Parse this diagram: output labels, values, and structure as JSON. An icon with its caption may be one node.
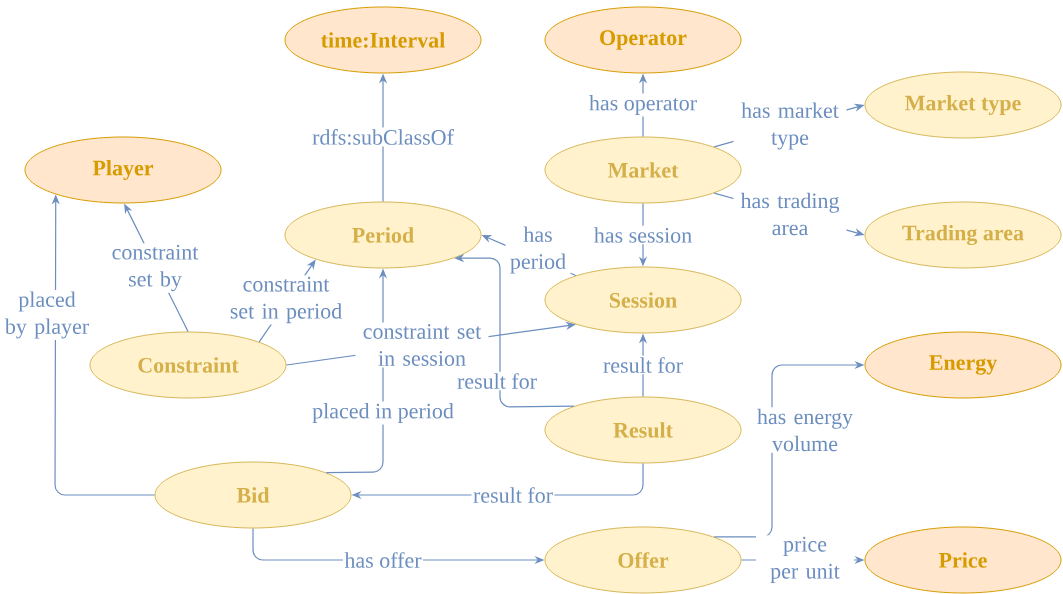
{
  "diagram": {
    "nodes": [
      {
        "text": [
          "time:Interval"
        ]
      },
      {
        "text": [
          "Operator"
        ]
      },
      {
        "text": [
          "Market type"
        ]
      },
      {
        "text": [
          "Player"
        ]
      },
      {
        "text": [
          "Market"
        ]
      },
      {
        "text": [
          "Period"
        ]
      },
      {
        "text": [
          "Trading area"
        ]
      },
      {
        "text": [
          "Session"
        ]
      },
      {
        "text": [
          "Constraint"
        ]
      },
      {
        "text": [
          "Energy"
        ]
      },
      {
        "text": [
          "Result"
        ]
      },
      {
        "text": [
          "Bid"
        ]
      },
      {
        "text": [
          "Offer"
        ]
      },
      {
        "text": [
          "Price"
        ]
      }
    ],
    "edges": [
      {
        "from": 5,
        "to": 0,
        "arrow": "to",
        "label": "rdfs:subClassOf"
      },
      {
        "from": 4,
        "to": 1,
        "arrow": "to",
        "label": "has operator"
      },
      {
        "from": 4,
        "to": 2,
        "arrow": "to",
        "label": "has market type"
      },
      {
        "from": 4,
        "to": 6,
        "arrow": "to",
        "label": "has trading area"
      },
      {
        "from": 4,
        "to": 7,
        "arrow": "to",
        "label": "has session"
      },
      {
        "from": 7,
        "to": 5,
        "arrow": "to",
        "label": "has period"
      },
      {
        "from": 8,
        "to": 3,
        "arrow": "to",
        "label": "constraint set by"
      },
      {
        "from": 8,
        "to": 5,
        "arrow": "to",
        "label": "constraint set in period"
      },
      {
        "from": 8,
        "to": 7,
        "arrow": "to",
        "label": "constraint set in session"
      },
      {
        "from": 11,
        "to": 3,
        "arrow": "to",
        "label": "placed by player"
      },
      {
        "from": 11,
        "to": 5,
        "arrow": "to",
        "label": "placed in period"
      },
      {
        "from": 10,
        "to": 5,
        "arrow": "to",
        "label": "result for"
      },
      {
        "from": 10,
        "to": 7,
        "arrow": "to",
        "label": "result for"
      },
      {
        "from": 10,
        "to": 11,
        "arrow": "to",
        "label": "result for"
      },
      {
        "from": 11,
        "to": 12,
        "arrow": "to",
        "label": "has offer"
      },
      {
        "from": 12,
        "to": 9,
        "arrow": "to",
        "label": "has energy volume"
      },
      {
        "from": 12,
        "to": 13,
        "arrow": "to",
        "label": "price per unit"
      }
    ]
  }
}
